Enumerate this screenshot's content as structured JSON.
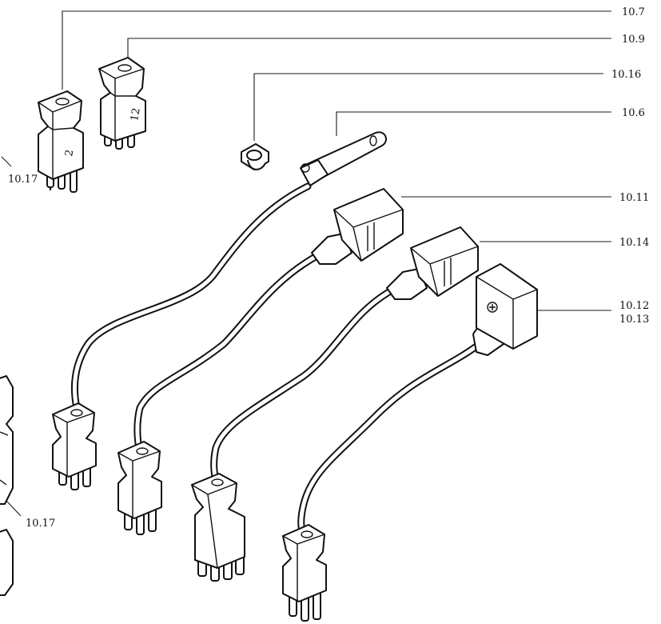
{
  "callouts": {
    "c10_7": "10.7",
    "c10_9": "10.9",
    "c10_16": "10.16",
    "c10_6": "10.6",
    "c10_11": "10.11",
    "c10_14": "10.14",
    "c10_12": "10.12",
    "c10_13": "10.13",
    "c10_17_top": "10.17",
    "c10_17_bottom": "10.17"
  },
  "part_marks": {
    "num_2": "2",
    "num_12": "12"
  }
}
